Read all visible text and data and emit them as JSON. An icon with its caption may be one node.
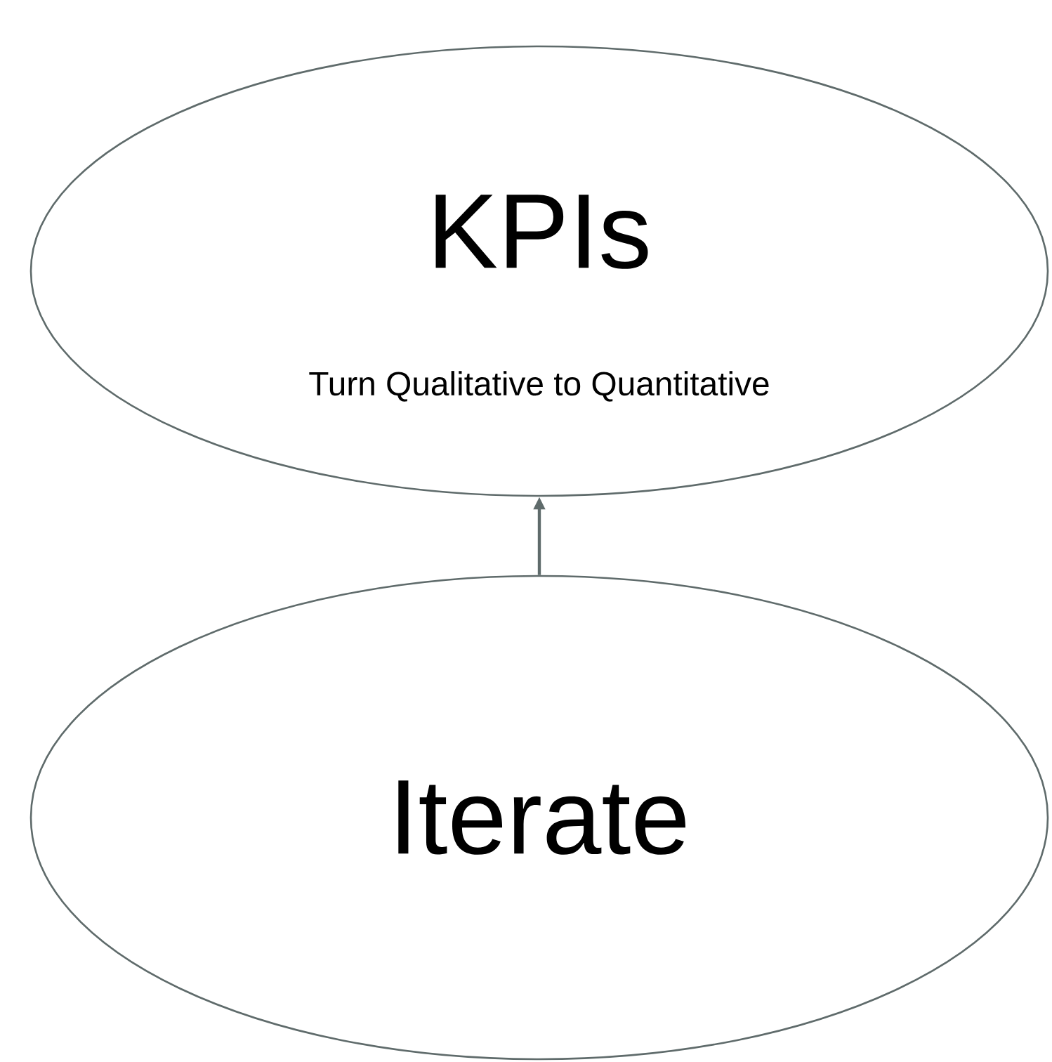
{
  "diagram": {
    "nodes": [
      {
        "text": [
          "KPIs",
          "Turn Qualitative to Quantitative"
        ]
      },
      {
        "text": [
          "Iterate"
        ]
      }
    ],
    "edges": [
      {
        "from": 1,
        "to": 0,
        "arrow": "to"
      }
    ]
  }
}
